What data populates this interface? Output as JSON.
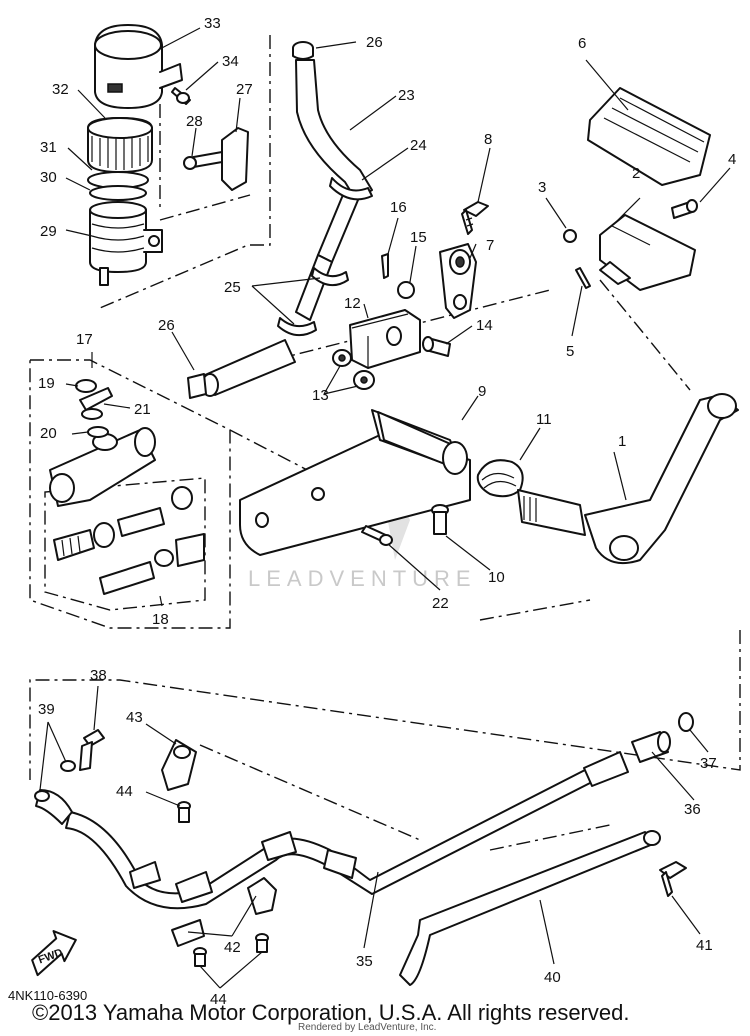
{
  "callouts": {
    "c1": "1",
    "c2": "2",
    "c3": "3",
    "c4": "4",
    "c5": "5",
    "c6": "6",
    "c7": "7",
    "c8": "8",
    "c9": "9",
    "c10": "10",
    "c11": "11",
    "c12": "12",
    "c13": "13",
    "c14": "14",
    "c15": "15",
    "c16": "16",
    "c17": "17",
    "c18": "18",
    "c19": "19",
    "c20": "20",
    "c21": "21",
    "c22": "22",
    "c23": "23",
    "c24": "24",
    "c25": "25",
    "c26a": "26",
    "c26b": "26",
    "c27": "27",
    "c28": "28",
    "c29": "29",
    "c30": "30",
    "c31": "31",
    "c32": "32",
    "c33": "33",
    "c34": "34",
    "c35": "35",
    "c36": "36",
    "c37": "37",
    "c38": "38",
    "c39": "39",
    "c40": "40",
    "c41": "41",
    "c42": "42",
    "c43": "43",
    "c44a": "44",
    "c44b": "44"
  },
  "fwd_label": "FWD",
  "diagram_code": "4NK110-6390",
  "watermark": "LEADVENTURE",
  "footer": {
    "copyright": "©2013 Yamaha Motor Corporation, U.S.A. All rights reserved.",
    "rendered_by": "Rendered by LeadVenture, Inc."
  }
}
